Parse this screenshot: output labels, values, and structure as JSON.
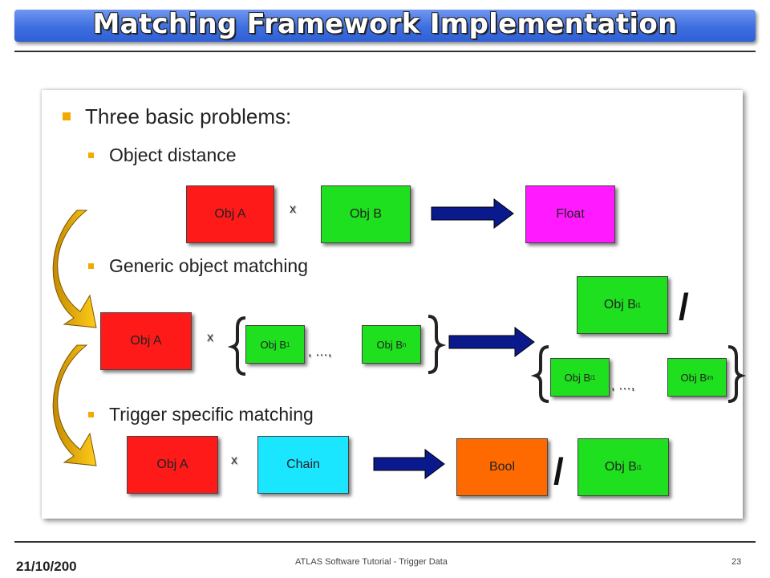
{
  "title": "Matching Framework Implementation",
  "heading": "Three basic problems:",
  "problems": [
    "Object distance",
    "Generic object matching",
    "Trigger specific matching"
  ],
  "row1": {
    "a": "Obj A",
    "x": "x",
    "b": "Obj B",
    "out": "Float"
  },
  "row2": {
    "a": "Obj A",
    "x": "x",
    "b1": "Obj B",
    "b1_sub": "1",
    "sep": ", …,",
    "bn": "Obj B",
    "bn_sub": "n",
    "out_top": "Obj B",
    "out_top_sub": "i1",
    "slash": "/",
    "out_l": "Obj B",
    "out_l_sub": "i1",
    "out_sep": ", …,",
    "out_r": "Obj B",
    "out_r_sub": "im"
  },
  "row3": {
    "a": "Obj A",
    "x": "x",
    "chain": "Chain",
    "bool": "Bool",
    "slash": "/",
    "obj": "Obj B",
    "obj_sub": "i1"
  },
  "footer": {
    "date": "21/10/200",
    "center": "ATLAS Software Tutorial - Trigger Data",
    "page": "23"
  },
  "colors": {
    "title_bar": "#3e6fe0",
    "bullet": "#f2a900",
    "arrow": "#0a1a8c",
    "curved_arrow": "#f5b800"
  }
}
